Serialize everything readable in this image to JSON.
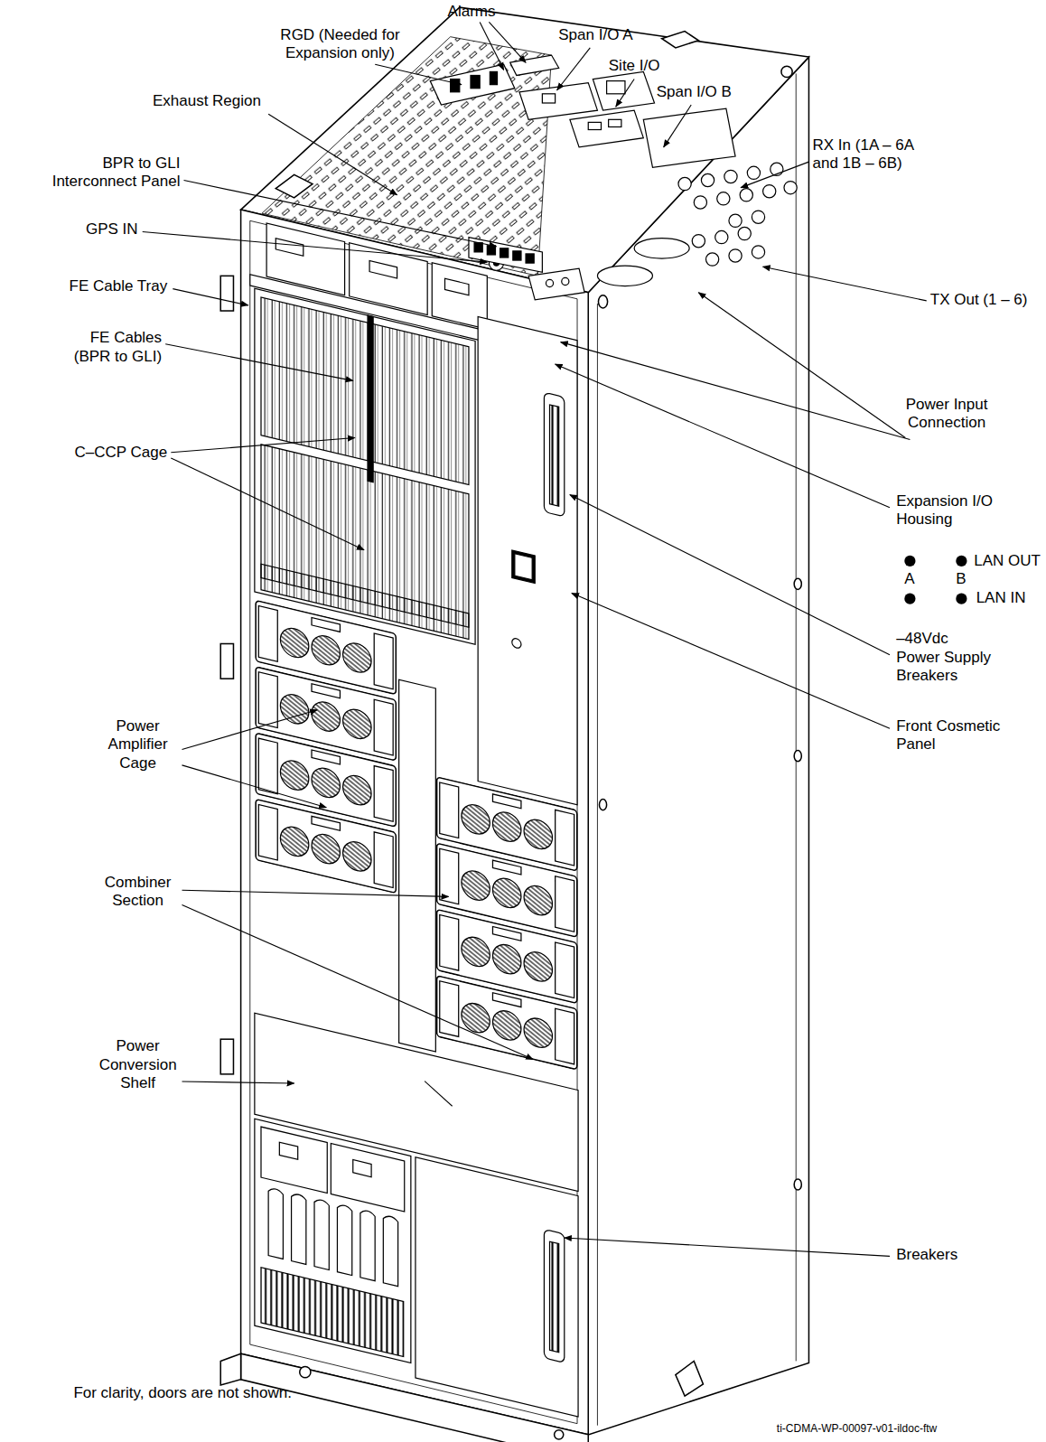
{
  "diagram": {
    "labels": [
      "Alarms",
      "RGD (Needed for Expansion only)",
      "Span I/O A",
      "Site I/O",
      "Span I/O B",
      "Exhaust Region",
      "BPR to GLI Interconnect Panel",
      "RX In (1A – 6A and 1B – 6B)",
      "GPS IN",
      "FE Cable Tray",
      "TX Out (1 – 6)",
      "FE Cables (BPR to GLI)",
      "C–CCP Cage",
      "Power Input Connection",
      "Expansion I/O Housing",
      "LAN OUT",
      "A",
      "B",
      "LAN IN",
      "–48Vdc Power Supply Breakers",
      "Front Cosmetic Panel",
      "Power Amplifier Cage",
      "Combiner Section",
      "Power Conversion Shelf",
      "Breakers",
      "For clarity, doors are not shown.",
      "ti-CDMA-WP-00097-v01-ildoc-ftw"
    ]
  }
}
